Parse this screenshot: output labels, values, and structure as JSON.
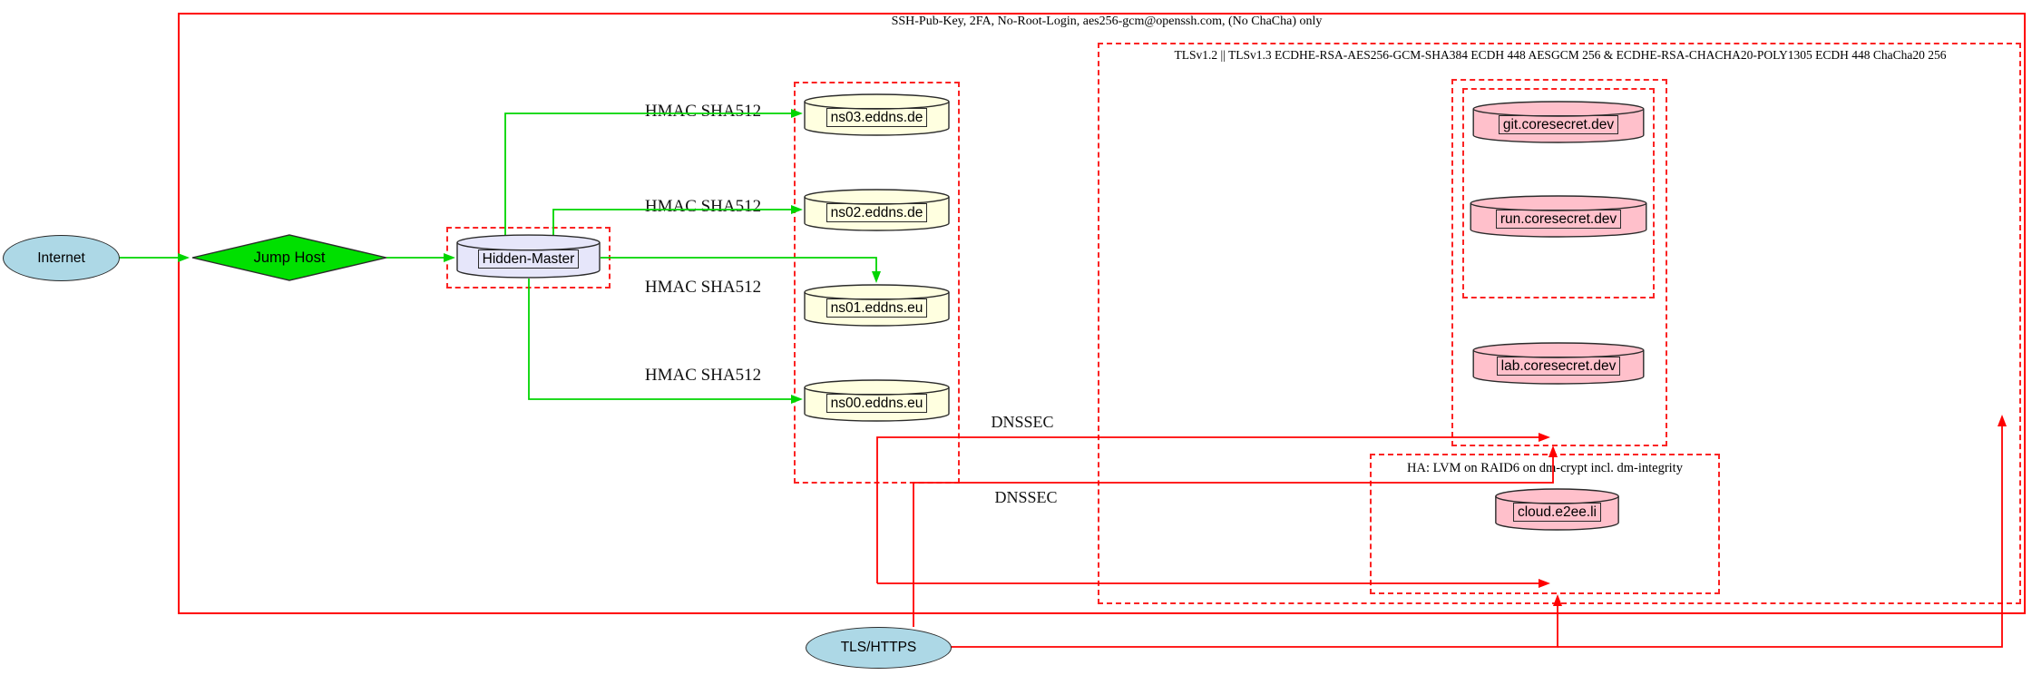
{
  "diagram": {
    "outer_label": "SSH-Pub-Key, 2FA, No-Root-Login, aes256-gcm@openssh.com, (No ChaCha) only",
    "tls_label": "TLSv1.2 || TLSv1.3 ECDHE-RSA-AES256-GCM-SHA384 ECDH 448 AESGCM 256 & ECDHE-RSA-CHACHA20-POLY1305 ECDH 448 ChaCha20 256",
    "ha_label": "HA: LVM on RAID6 on dm-crypt incl. dm-integrity"
  },
  "nodes": {
    "internet": {
      "label": "Internet",
      "fill": "#add8e6",
      "shape": "ellipse"
    },
    "jump_host": {
      "label": "Jump Host",
      "fill": "#00e000",
      "shape": "diamond"
    },
    "hidden_master": {
      "label": "Hidden-Master",
      "fill": "#e6e6fa",
      "shape": "cylinder"
    },
    "ns03": {
      "label": "ns03.eddns.de",
      "fill": "#ffffe0",
      "shape": "cylinder"
    },
    "ns02": {
      "label": "ns02.eddns.de",
      "fill": "#ffffe0",
      "shape": "cylinder"
    },
    "ns01": {
      "label": "ns01.eddns.eu",
      "fill": "#ffffe0",
      "shape": "cylinder"
    },
    "ns00": {
      "label": "ns00.eddns.eu",
      "fill": "#ffffe0",
      "shape": "cylinder"
    },
    "git": {
      "label": "git.coresecret.dev",
      "fill": "#ffc0cb",
      "shape": "cylinder"
    },
    "run": {
      "label": "run.coresecret.dev",
      "fill": "#ffc0cb",
      "shape": "cylinder"
    },
    "lab": {
      "label": "lab.coresecret.dev",
      "fill": "#ffc0cb",
      "shape": "cylinder"
    },
    "cloud": {
      "label": "cloud.e2ee.li",
      "fill": "#ffc0cb",
      "shape": "cylinder"
    },
    "tls_https": {
      "label": "TLS/HTTPS",
      "fill": "#add8e6",
      "shape": "ellipse"
    }
  },
  "edge_labels": {
    "hmac": "HMAC SHA512",
    "dnssec": "DNSSEC"
  },
  "colors": {
    "green_edge": "#00d500",
    "red_edge": "#ff0000",
    "cluster_border": "#fb2323"
  }
}
